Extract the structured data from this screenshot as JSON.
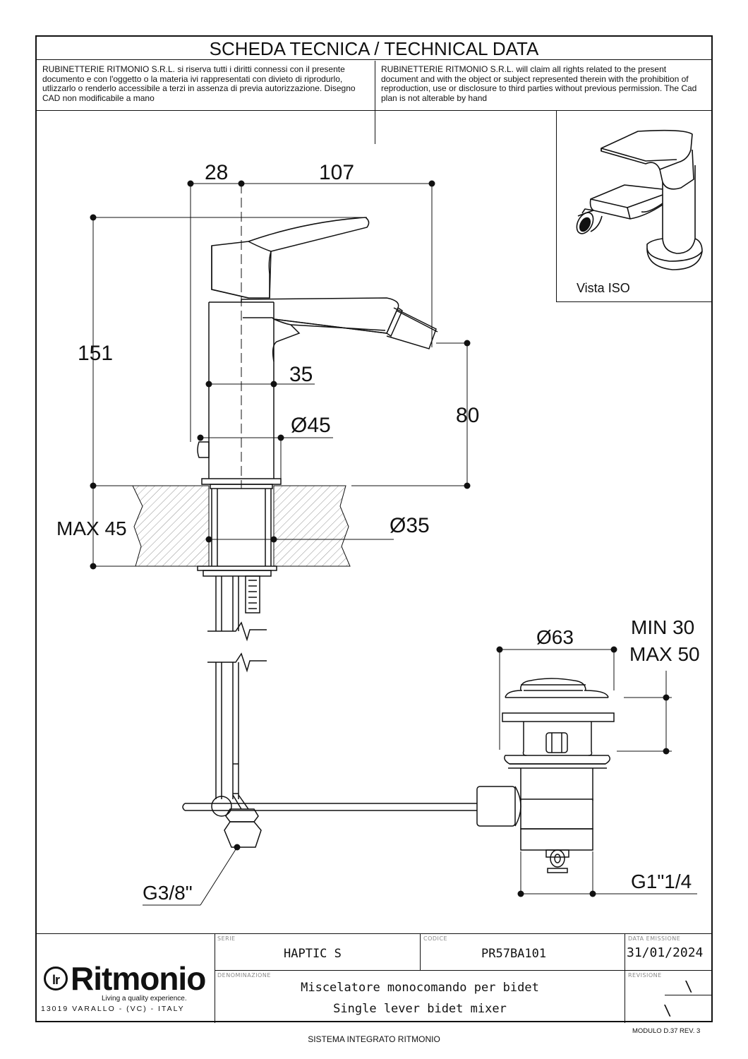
{
  "header": {
    "title": "SCHEDA TECNICA / TECHNICAL DATA",
    "notice_it": "RUBINETTERIE RITMONIO S.R.L. si riserva tutti i diritti connessi con il presente documento e con l'oggetto o la materia ivi rappresentati con divieto di riprodurlo, utlizzarlo o renderlo accessibile a terzi in assenza di previa autorizzazione. Disegno CAD non modificabile a mano",
    "notice_en": "RUBINETTERIE RITMONIO S.R.L. will claim all rights related to the present document and with the object or subject represented therein with the prohibition  of reproduction, use or disclosure to third parties without previous permission.  The Cad plan is not alterable by hand"
  },
  "iso_view": {
    "label": "Vista ISO"
  },
  "dimensions": {
    "d28": "28",
    "d107": "107",
    "d151": "151",
    "d35": "35",
    "d80": "80",
    "d_dia45": "Ø45",
    "d_max45": "MAX 45",
    "d_dia35": "Ø35",
    "d_dia63": "Ø63",
    "d_min30": "MIN 30",
    "d_max50": "MAX 50",
    "d_g38": "G3/8\"",
    "d_g114": "G1\"1/4"
  },
  "title_block": {
    "logo_text": "Ritmonio",
    "logo_mark": "lr",
    "logo_tagline": "Living a quality experience.",
    "logo_address": "13019 VARALLO - (VC) - ITALY",
    "serie_label": "SERIE",
    "serie_value": "HAPTIC  S",
    "codice_label": "CODICE",
    "codice_value": "PR57BA101",
    "data_label": "DATA EMISSIONE",
    "data_value": "31/01/2024",
    "denominazione_label": "DENOMINAZIONE",
    "denominazione_it": "Miscelatore monocomando per bidet",
    "denominazione_en": "Single lever bidet mixer",
    "revisione_label": "REVISIONE",
    "revisione_value": "\\",
    "revisione_value2": "\\"
  },
  "footer": {
    "system": "SISTEMA INTEGRATO RITMONIO",
    "module": "MODULO D.37 REV. 3"
  }
}
